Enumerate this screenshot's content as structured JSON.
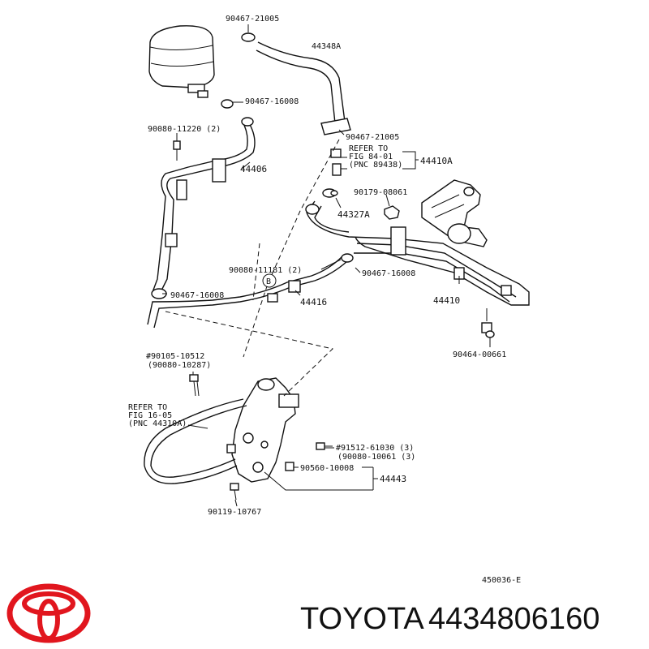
{
  "labels": {
    "p90467_21005_top": "90467-21005",
    "p44348A": "44348A",
    "p90467_16008_a": "90467-16008",
    "p90080_11220": "90080-11220 (2)",
    "p90467_21005_mid": "90467-21005",
    "refer_84_l1": "REFER TO",
    "refer_84_l2": "FIG 84-01",
    "refer_84_l3": "(PNC 89438)",
    "p44410A": "44410A",
    "p44406": "44406",
    "p90179_08061": "90179-08061",
    "p44327A": "44327A",
    "p90080_11181": "90080-11181 (2)",
    "p90467_16008_b": "90467-16008",
    "p90467_16008_c": "90467-16008",
    "callout_b": "B",
    "p44416": "44416",
    "p44410": "44410",
    "p90464_00661": "90464-00661",
    "p90105_10512": "#90105-10512",
    "p90080_10287": "(90080-10287)",
    "refer_16_l1": "REFER TO",
    "refer_16_l2": "FIG 16-05",
    "refer_16_l3": "(PNC 44310A)",
    "p91512_61030": "#91512-61030 (3)",
    "p90080_10061": "(90080-10061 (3)",
    "p90560_10008": "90560-10008",
    "p44443": "44443",
    "p90119_10767": "90119-10767",
    "diagram_code": "450036-E"
  },
  "brand": {
    "name": "TOYOTA",
    "part_number": "4434806160",
    "logo_color": "#e1161e"
  }
}
